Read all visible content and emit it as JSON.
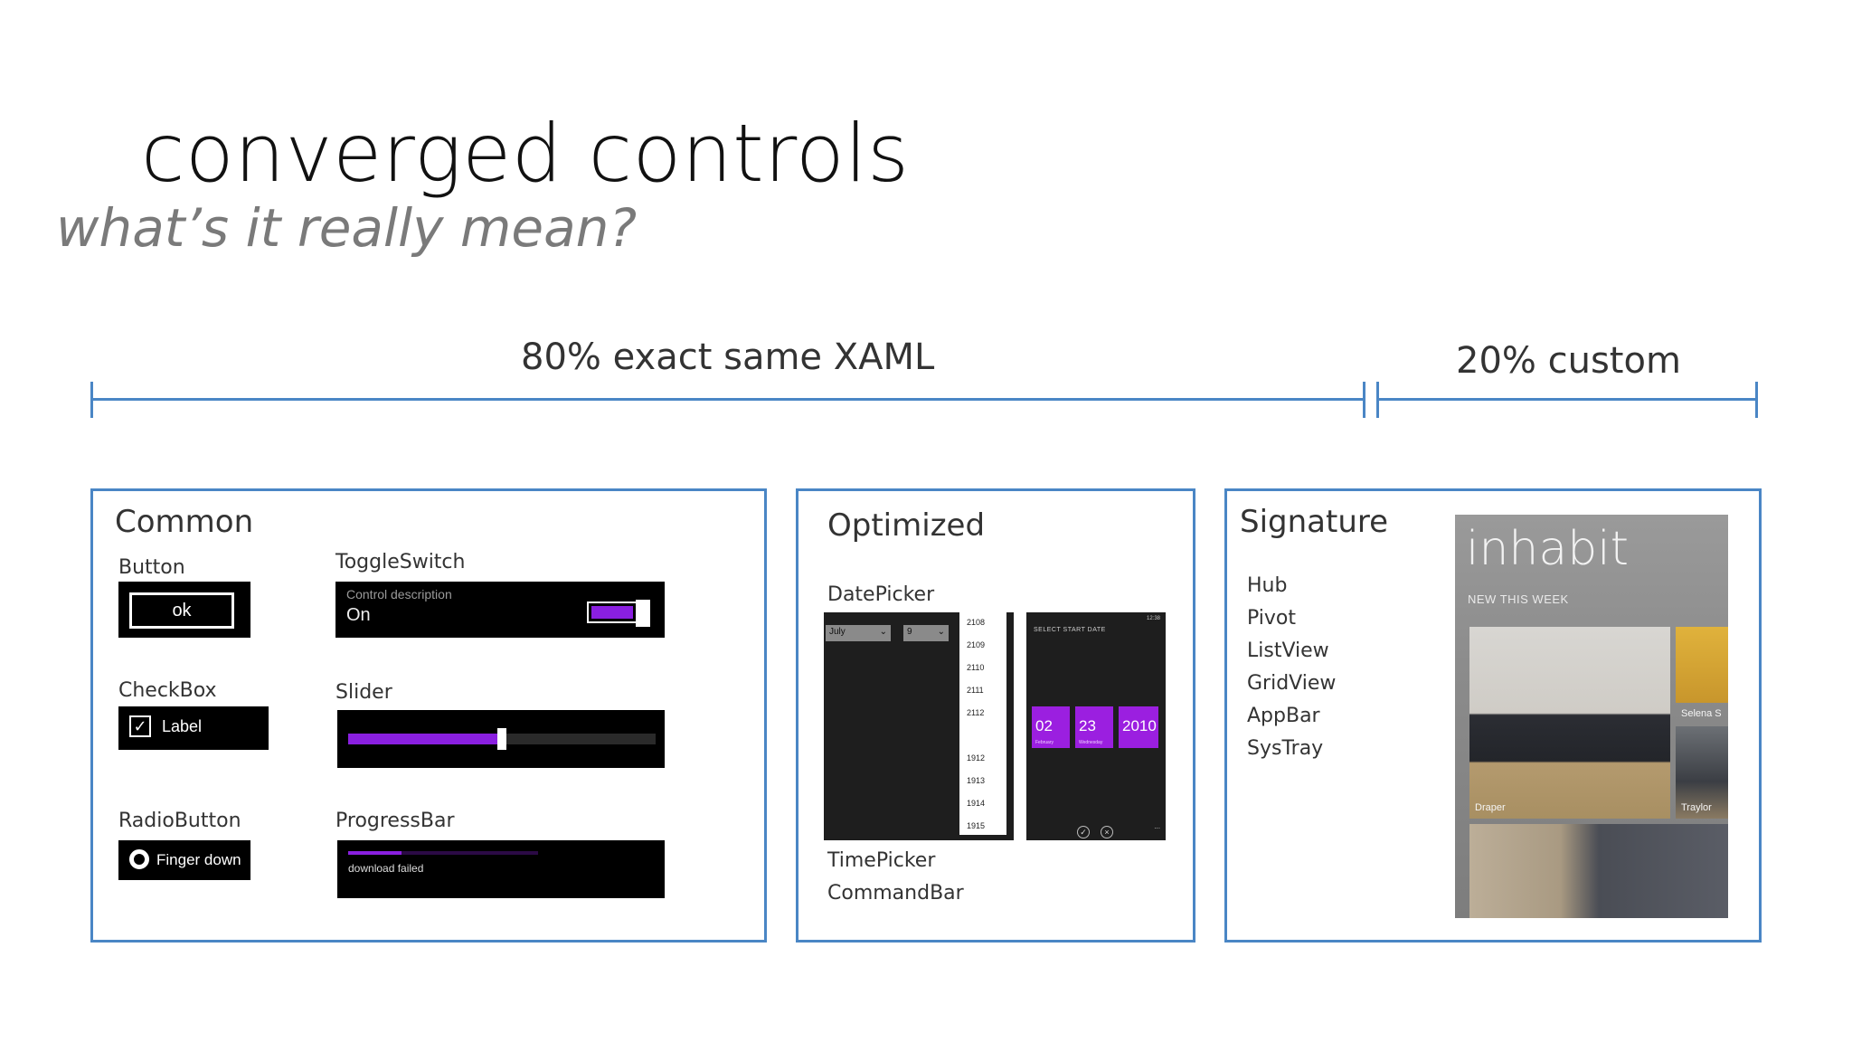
{
  "title": "converged controls",
  "subtitle": "what’s it really mean?",
  "brackets": {
    "left_label": "80% exact same XAML",
    "right_label": "20% custom"
  },
  "common": {
    "title": "Common",
    "button_label": "Button",
    "button_text": "ok",
    "toggle_label": "ToggleSwitch",
    "toggle_desc": "Control description",
    "toggle_state": "On",
    "checkbox_label": "CheckBox",
    "checkbox_text": "Label",
    "checkbox_mark": "✓",
    "slider_label": "Slider",
    "slider_value": 0.5,
    "radio_label": "RadioButton",
    "radio_text": "Finger down",
    "progress_label": "ProgressBar",
    "progress_text": "download failed",
    "progress_value": 0.28
  },
  "optimized": {
    "title": "Optimized",
    "datepicker_label": "DatePicker",
    "timepicker_label": "TimePicker",
    "commandbar_label": "CommandBar",
    "dp_month": "July",
    "dp_day": "9",
    "dp_years": [
      "2108",
      "2109",
      "2110",
      "2111",
      "2112",
      "1912",
      "1913",
      "1914",
      "1915"
    ],
    "dp2_header": "SELECT START DATE",
    "dp2_clock": "12:38",
    "dp2_tiles": [
      {
        "value": "02",
        "sub": "February"
      },
      {
        "value": "23",
        "sub": "Wednesday"
      },
      {
        "value": "2010",
        "sub": ""
      }
    ],
    "dp2_accept": "✓",
    "dp2_cancel": "×",
    "dp2_more": "..."
  },
  "signature": {
    "title": "Signature",
    "items": [
      "Hub",
      "Pivot",
      "ListView",
      "GridView",
      "AppBar",
      "SysTray"
    ],
    "app_brand": "inhabit",
    "app_tag": "NEW THIS WEEK",
    "cap_draper": "Draper",
    "cap_selena": "Selena S",
    "cap_traylor": "Traylor"
  },
  "colors": {
    "accent": "#4a86c5",
    "purple": "#8a1fe0"
  }
}
